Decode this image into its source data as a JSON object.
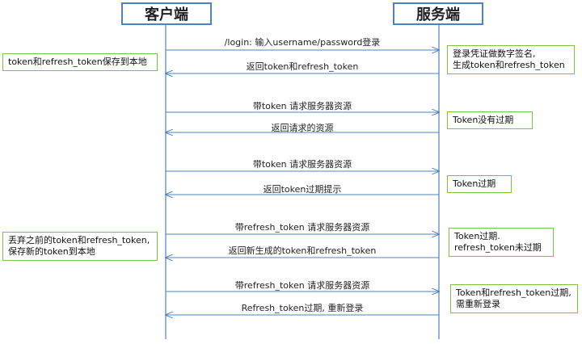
{
  "actors": {
    "client": "客户端",
    "server": "服务端"
  },
  "colors": {
    "lifeline": "#4f81bd",
    "arrow": "#4f81bd",
    "note_border": "#7cc142"
  },
  "messages": [
    {
      "text": "/login: 输入username/password登录",
      "direction": "right"
    },
    {
      "text": "返回token和refresh_token",
      "direction": "left"
    },
    {
      "text": "带token 请求服务器资源",
      "direction": "right"
    },
    {
      "text": "返回请求的资源",
      "direction": "left"
    },
    {
      "text": "带token 请求服务器资源",
      "direction": "right"
    },
    {
      "text": "返回token过期提示",
      "direction": "left"
    },
    {
      "text": "带refresh_token 请求服务器资源",
      "direction": "right"
    },
    {
      "text": "返回新生成的token和refresh_token",
      "direction": "left"
    },
    {
      "text": "带refresh_token 请求服务器资源",
      "direction": "right"
    },
    {
      "text": "Refresh_token过期, 重新登录",
      "direction": "left"
    }
  ],
  "server_notes": [
    [
      "登录凭证做数字签名,",
      "生成token和refresh_token"
    ],
    [
      "Token没有过期"
    ],
    [
      "Token过期"
    ],
    [
      "Token过期.",
      "refresh_token未过期"
    ],
    [
      "Token和refresh_token过期,",
      "需重新登录"
    ]
  ],
  "client_notes": [
    [
      "token和refresh_token保存到本地"
    ],
    [
      "丢弃之前的token和refresh_token,",
      "保存新的token到本地"
    ]
  ]
}
